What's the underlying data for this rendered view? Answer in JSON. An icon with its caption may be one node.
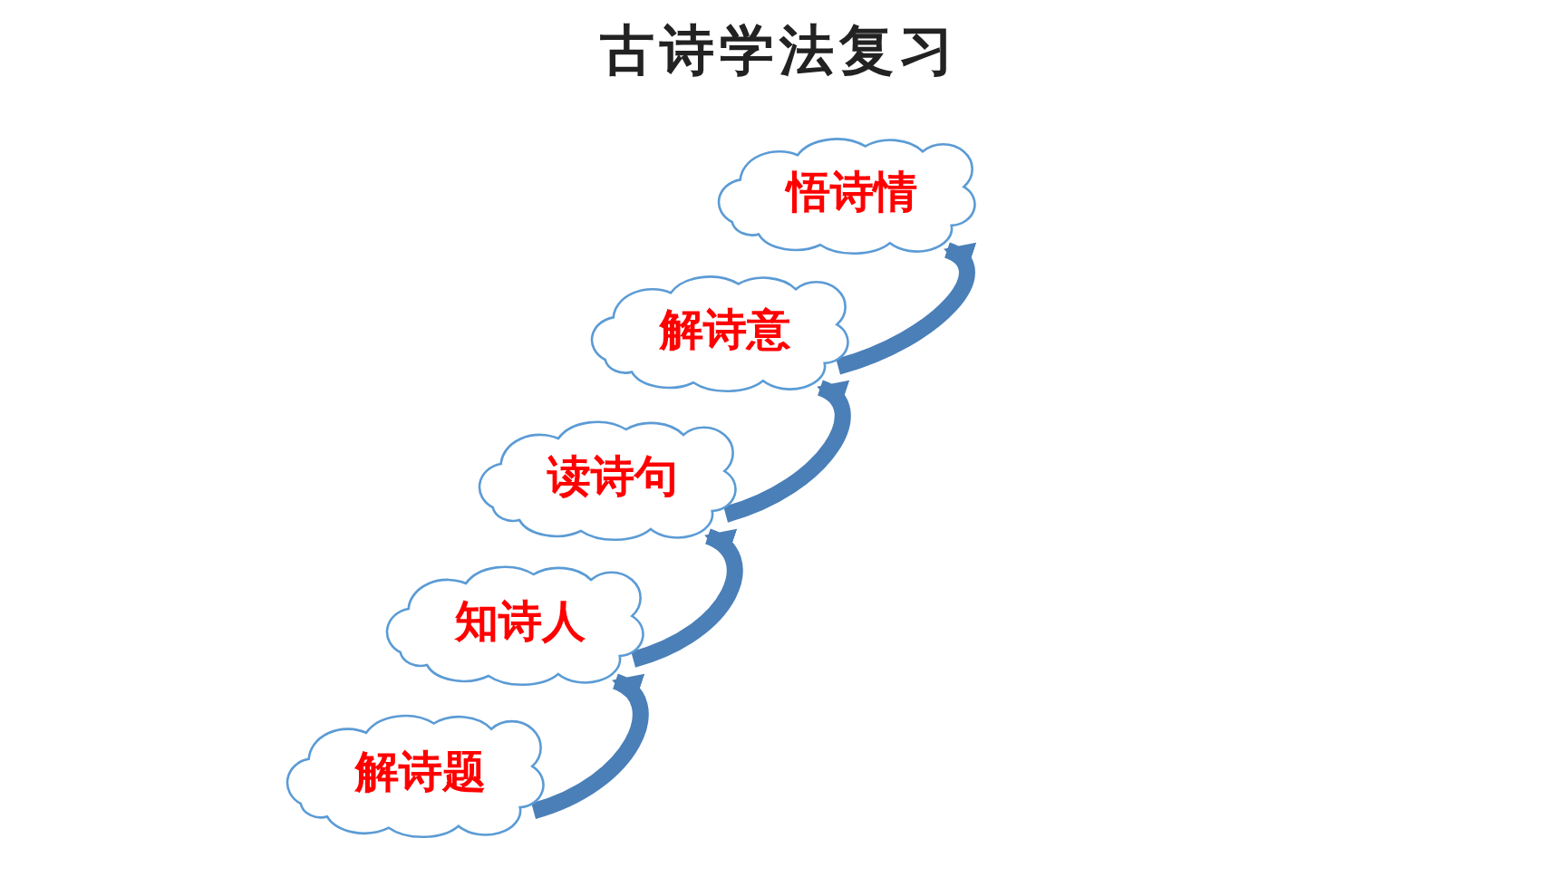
{
  "diagram": {
    "title": "古诗学法复习",
    "nodes": [
      {
        "text": [
          "悟诗情"
        ]
      },
      {
        "text": [
          "解诗意"
        ]
      },
      {
        "text": [
          "读诗句"
        ]
      },
      {
        "text": [
          "知诗人"
        ]
      },
      {
        "text": [
          "解诗题"
        ]
      }
    ],
    "edges": [
      {
        "from": 4,
        "to": 3,
        "arrow": "to"
      },
      {
        "from": 3,
        "to": 2,
        "arrow": "to"
      },
      {
        "from": 2,
        "to": 1,
        "arrow": "to"
      },
      {
        "from": 1,
        "to": 0,
        "arrow": "to"
      }
    ]
  }
}
